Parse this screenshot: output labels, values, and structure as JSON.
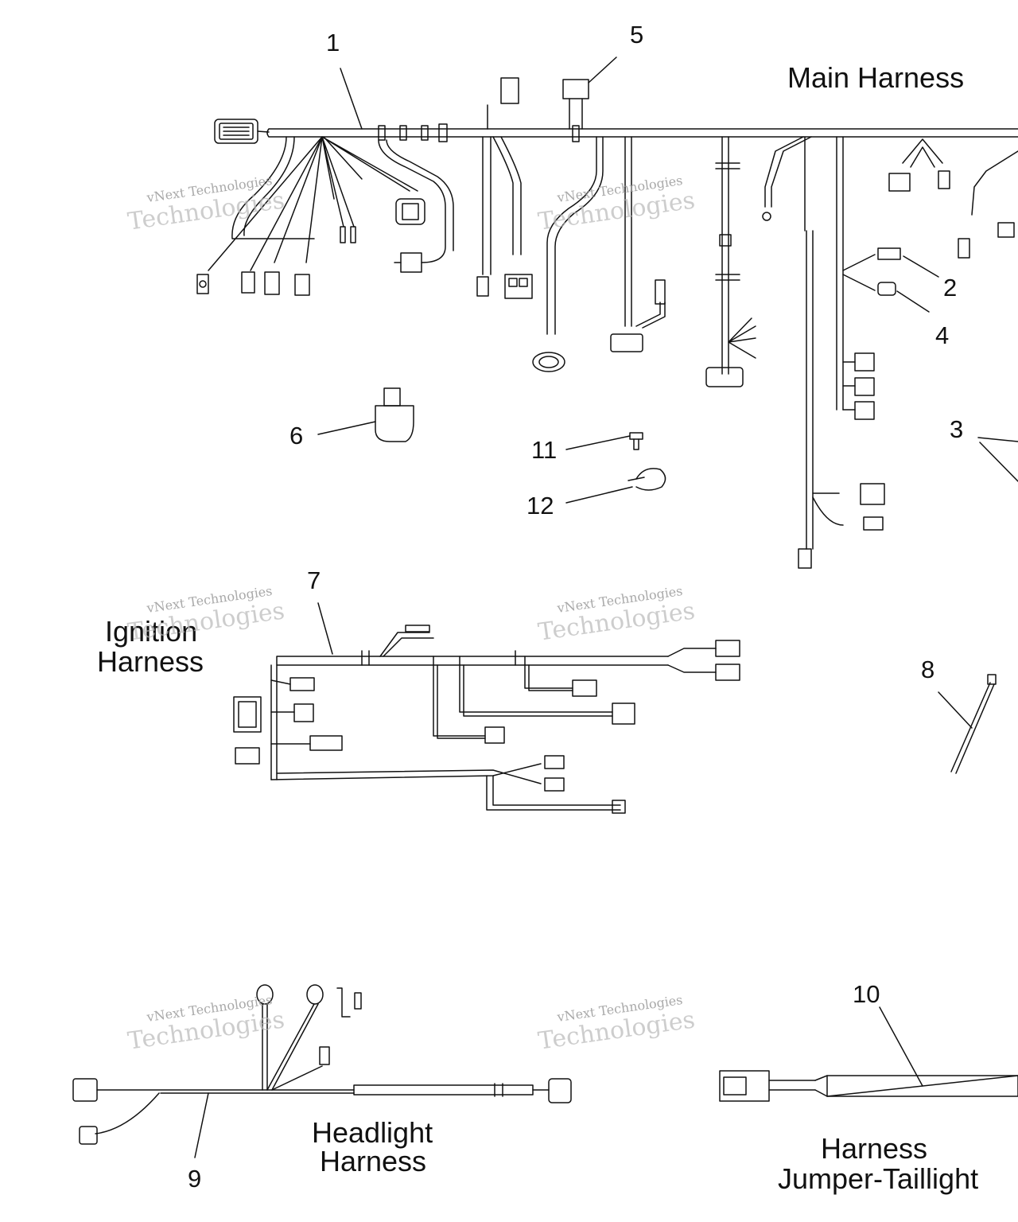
{
  "titles": {
    "main": "Main Harness",
    "ignition_1": "Ignition",
    "ignition_2": "Harness",
    "headlight_1": "Headlight",
    "headlight_2": "Harness",
    "taillight_1": "Harness",
    "taillight_2": "Jumper-Taillight"
  },
  "callouts": [
    "1",
    "2",
    "3",
    "4",
    "5",
    "6",
    "7",
    "8",
    "9",
    "10",
    "11",
    "12"
  ],
  "watermark": {
    "line1": "vNext Technologies",
    "line2": "Technologies"
  },
  "colors": {
    "ink": "#111111",
    "watermark": "#9a9a9a"
  }
}
